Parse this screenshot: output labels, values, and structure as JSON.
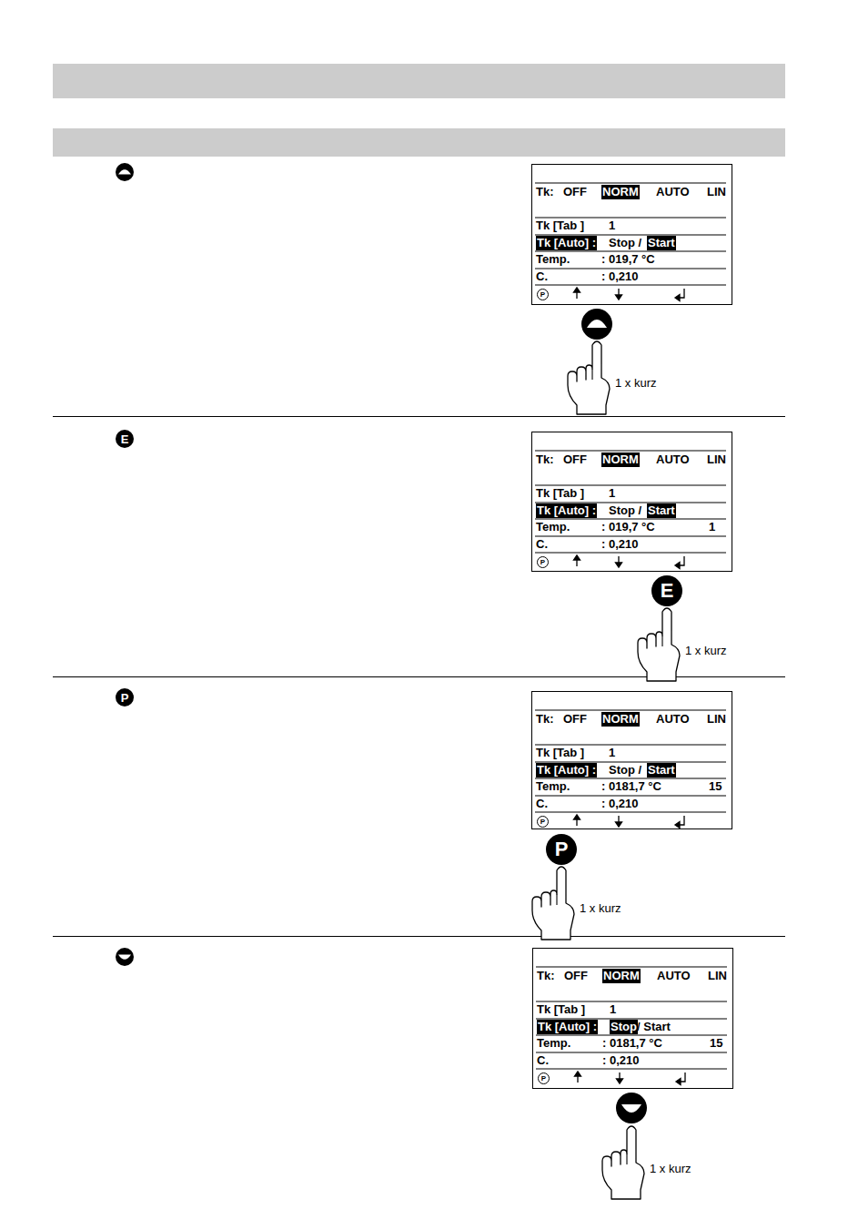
{
  "diagram": {
    "nodes": [
      {
        "text": [
          "Tk:",
          "OFF",
          "NORM",
          "AUTO",
          "LIN",
          "Tk [Tab ]",
          "1",
          "Tk [Auto] :",
          "Stop /",
          "Start",
          "Temp.",
          ": 019,7 °C",
          "C.",
          ": 0,210",
          "P"
        ]
      },
      {
        "text": [
          "E"
        ]
      },
      {
        "text": [
          "Tk:",
          "OFF",
          "NORM",
          "AUTO",
          "LIN",
          "Tk [Tab ]",
          "1",
          "Tk [Auto] :",
          "Stop /",
          "Start",
          "Temp.",
          ": 019,7 °C",
          "1",
          "C.",
          ": 0,210",
          "P"
        ]
      },
      {
        "text": [
          "E"
        ]
      },
      {
        "text": [
          "P"
        ]
      },
      {
        "text": [
          "Tk:",
          "OFF",
          "NORM",
          "AUTO",
          "LIN",
          "Tk [Tab ]",
          "1",
          "Tk [Auto] :",
          "Stop /",
          "Start",
          "Temp.",
          ": 0181,7 °C",
          "15",
          "C.",
          ": 0,210",
          "P"
        ]
      },
      {
        "text": [
          "P"
        ]
      },
      {
        "text": [
          "Tk:",
          "OFF",
          "NORM",
          "AUTO",
          "LIN",
          "Tk [Tab ]",
          "1",
          "Tk [Auto] :",
          "Stop",
          "/ Start",
          "Temp.",
          ": 0181,7 °C",
          "15",
          "C.",
          ": 0,210",
          "P"
        ]
      }
    ],
    "labels": [
      "1 x kurz",
      "1 x kurz",
      "1 x kurz",
      "1 x kurz"
    ]
  }
}
